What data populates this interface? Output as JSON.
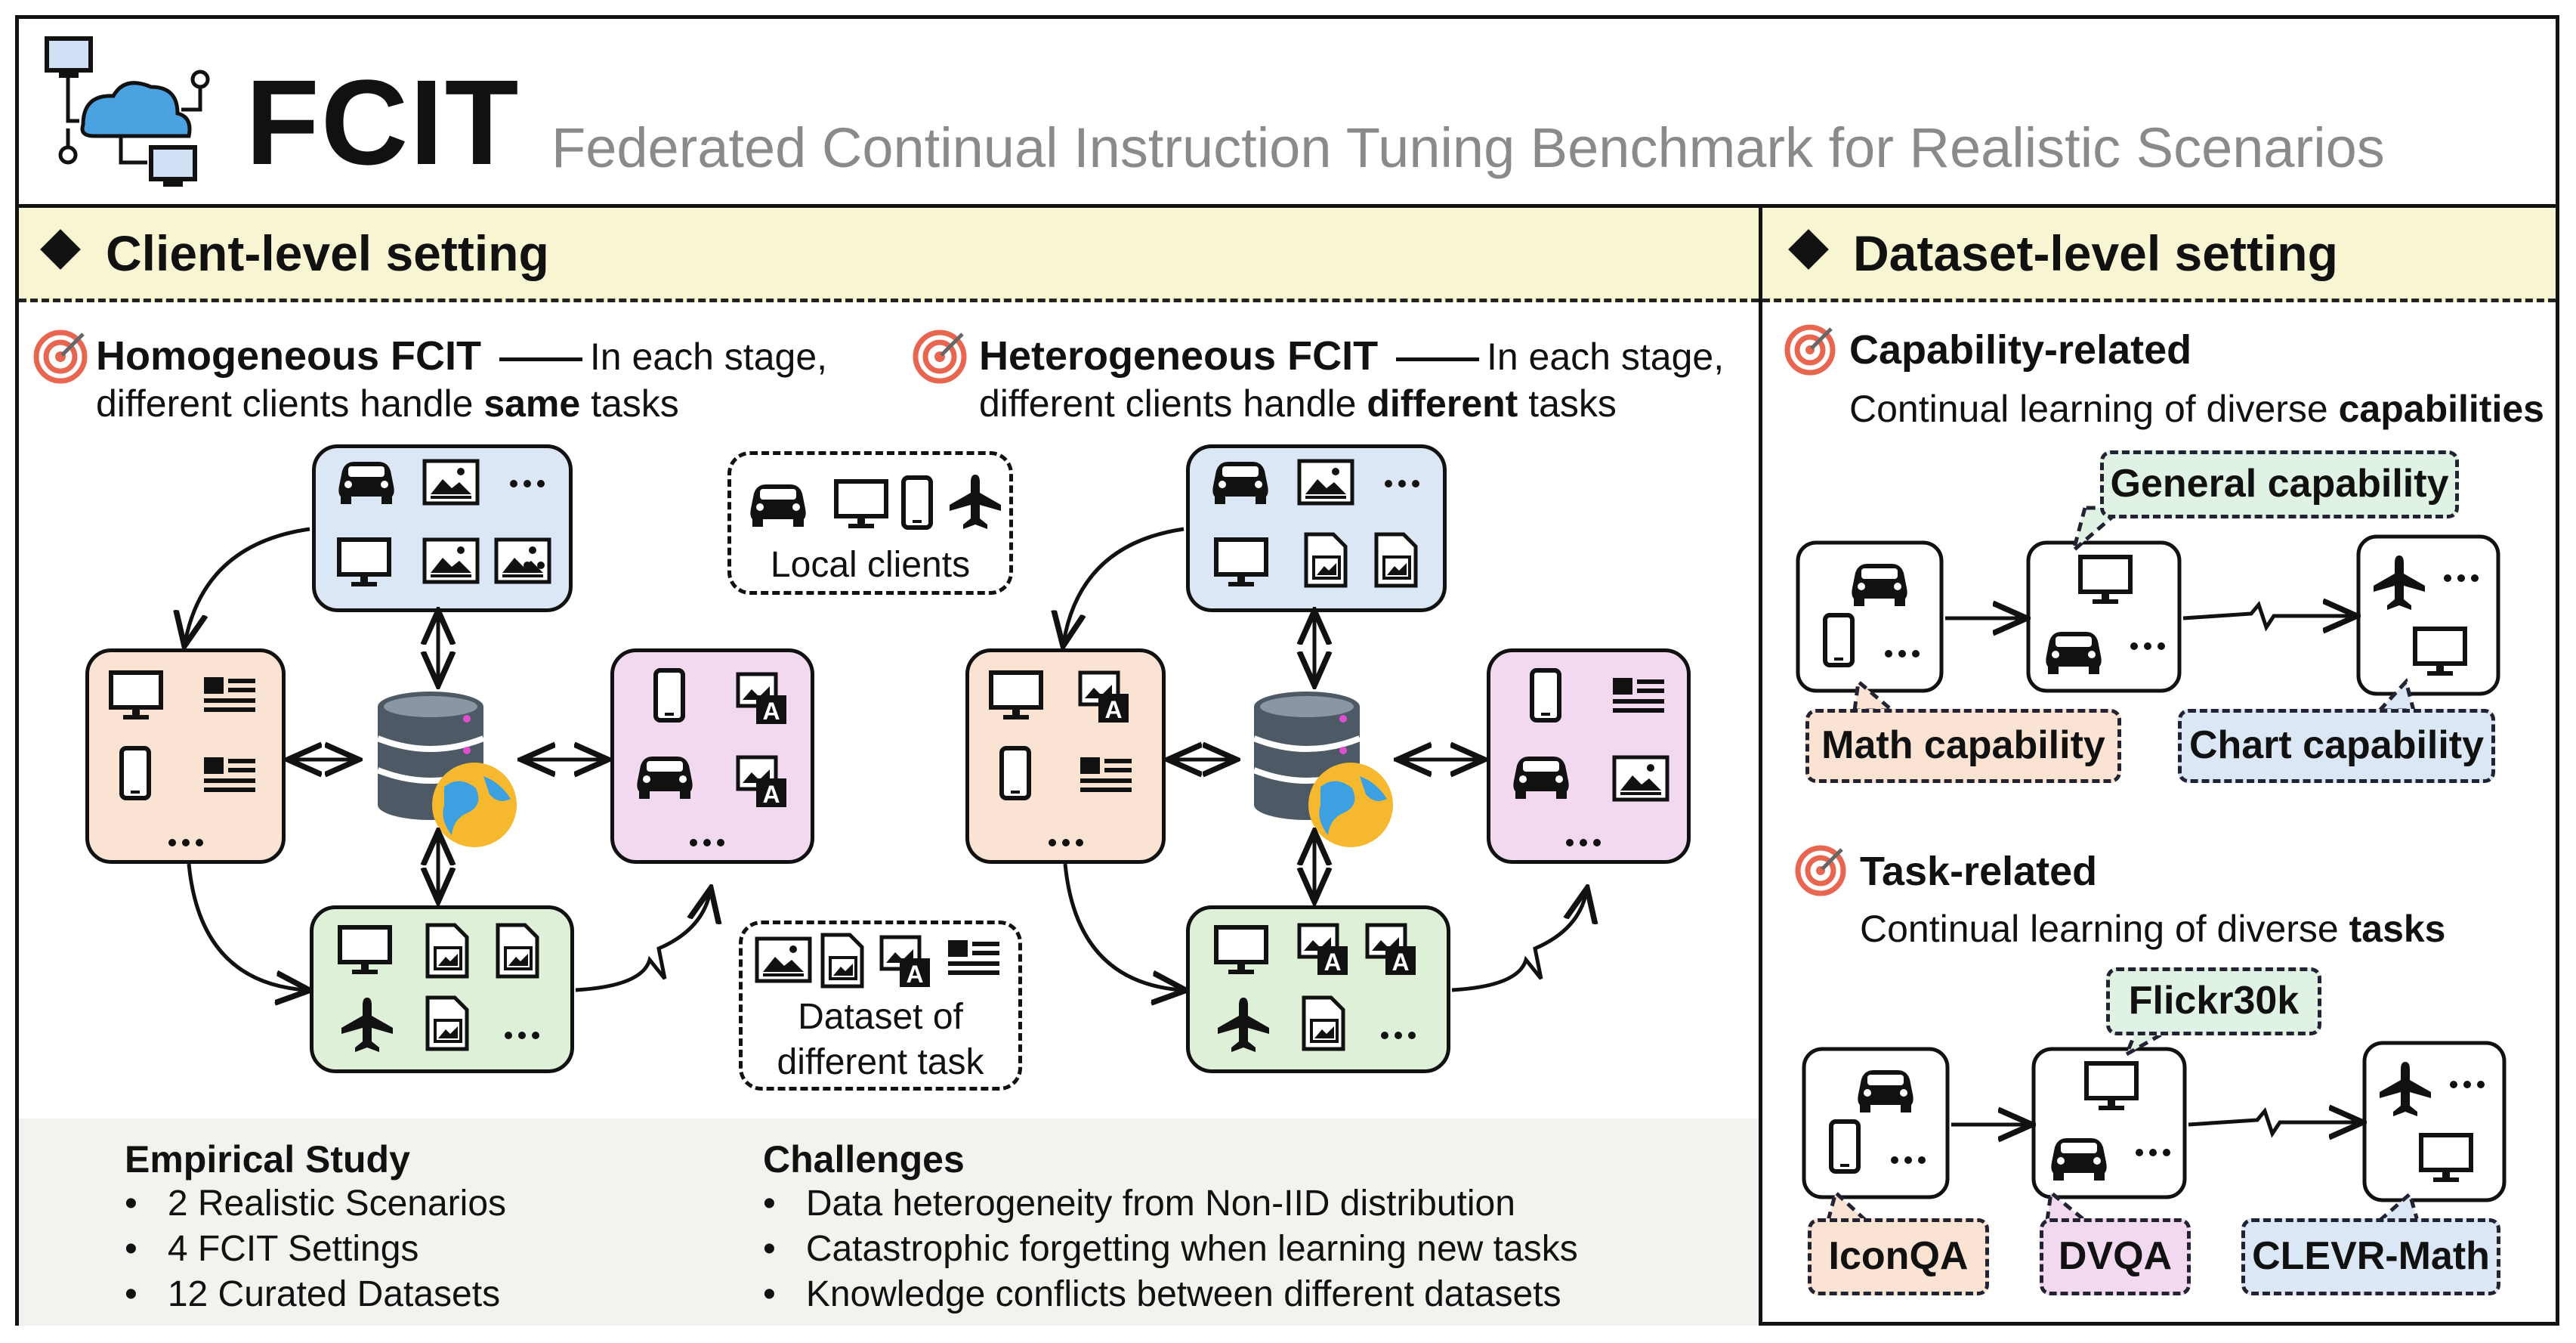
{
  "header": {
    "title": "FCIT",
    "subtitle": "Federated Continual Instruction Tuning Benchmark for Realistic Scenarios"
  },
  "client_level": {
    "heading": "Client-level setting",
    "homogeneous": {
      "name": "Homogeneous FCIT",
      "desc_line1_suffix": "In each stage,",
      "desc_line2_pre": "different clients handle ",
      "desc_line2_bold": "same",
      "desc_line2_post": " tasks"
    },
    "heterogeneous": {
      "name": "Heterogeneous FCIT",
      "desc_line1_suffix": "In each stage,",
      "desc_line2_pre": "different clients handle ",
      "desc_line2_bold": "different",
      "desc_line2_post": " tasks"
    },
    "legend_local_clients": "Local clients",
    "legend_dataset_line1": "Dataset of",
    "legend_dataset_line2": "different task",
    "ellipsis": "..."
  },
  "dataset_level": {
    "heading": "Dataset-level setting",
    "capability": {
      "title": "Capability-related",
      "desc_pre": "Continual learning of diverse ",
      "desc_bold": "capabilities",
      "labels": [
        "General capability",
        "Math capability",
        "Chart capability"
      ]
    },
    "task": {
      "title": "Task-related",
      "desc_pre": "Continual learning of diverse ",
      "desc_bold": "tasks",
      "labels": [
        "Flickr30k",
        "IconQA",
        "DVQA",
        "CLEVR-Math"
      ]
    }
  },
  "bottom": {
    "empirical_title": "Empirical Study",
    "empirical_items": [
      "2 Realistic Scenarios",
      "4 FCIT Settings",
      "12 Curated Datasets"
    ],
    "challenges_title": "Challenges",
    "challenges_items": [
      "Data heterogeneity from Non-IID distribution",
      "Catastrophic forgetting when learning new tasks",
      "Knowledge conflicts between different datasets"
    ]
  },
  "colors": {
    "blue": "#dce7f5",
    "orange": "#fbe3d3",
    "pink": "#f2d9ef",
    "green": "#dff0d8",
    "banner": "#f7f5d2",
    "teal_bubble": "#dff2e4",
    "bottom": "#f3f2ee",
    "target_red": "#e8654f"
  }
}
